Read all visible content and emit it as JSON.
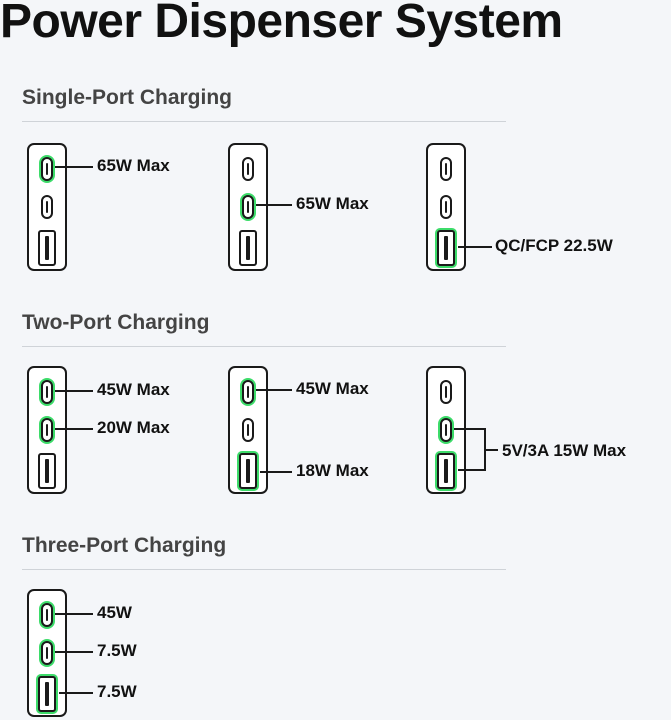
{
  "title": "Power Dispenser System",
  "sections": {
    "single": {
      "heading": "Single-Port Charging",
      "labels": [
        "65W Max",
        "65W Max",
        "QC/FCP 22.5W"
      ]
    },
    "two": {
      "heading": "Two-Port Charging",
      "labels": [
        "45W Max",
        "20W Max",
        "45W Max",
        "18W Max",
        "5V/3A 15W Max"
      ]
    },
    "three": {
      "heading": "Three-Port Charging",
      "labels": [
        "45W",
        "7.5W",
        "7.5W"
      ]
    }
  },
  "colors": {
    "active_port_glow": "#3ddc6a",
    "outline": "#1a1a1a"
  }
}
